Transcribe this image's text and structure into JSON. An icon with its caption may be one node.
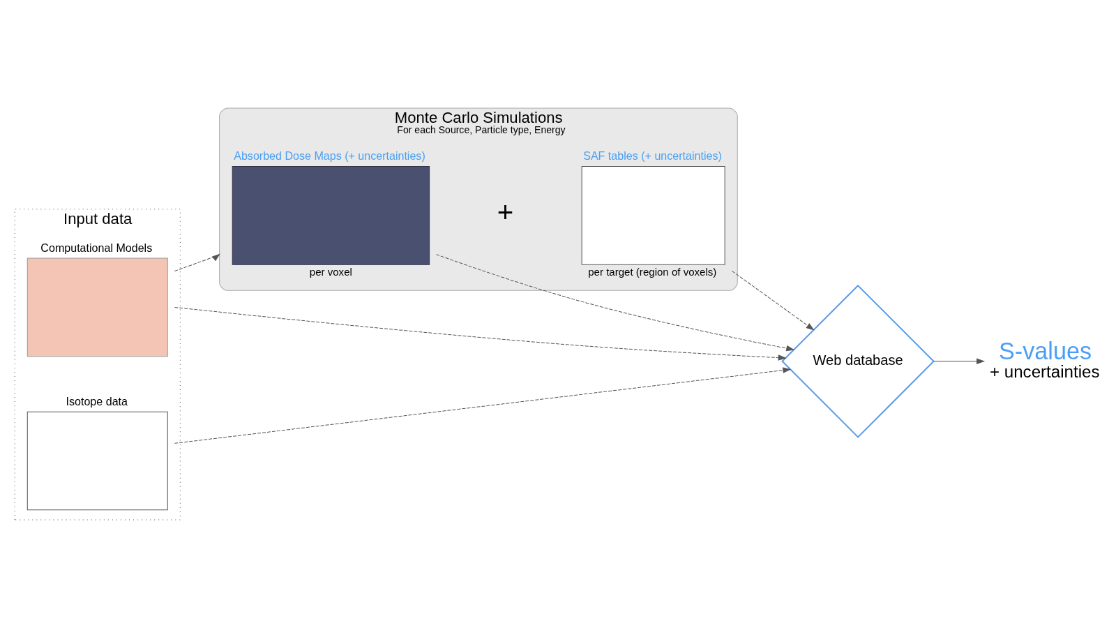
{
  "diagram": {
    "nodes": [
      {
        "text": [
          "Input data"
        ]
      },
      {
        "text": [
          "Computational Models"
        ],
        "in": 0
      },
      {
        "text": [
          "Isotope data"
        ],
        "in": 0
      },
      {
        "text": [
          "Monte Carlo Simulations",
          "For each Source, Particle type, Energy"
        ]
      },
      {
        "text": [
          "Absorbed Dose Maps (+ uncertainties)"
        ],
        "in": 3,
        "beside": [
          "per voxel"
        ]
      },
      {
        "text": [
          "SAF tables (+ uncertainties)"
        ],
        "in": 3,
        "beside": [
          "per target (region of voxels)"
        ]
      },
      {
        "text": [
          "Web database"
        ]
      },
      {
        "text": [
          "S-values",
          "+ uncertainties"
        ]
      }
    ],
    "edges": [
      {
        "from": 1,
        "to": 3,
        "arrow": "to",
        "style": "dashed"
      },
      {
        "from": 1,
        "to": 6,
        "arrow": "to",
        "style": "dashed"
      },
      {
        "from": 2,
        "to": 6,
        "arrow": "to",
        "style": "dashed"
      },
      {
        "from": 4,
        "to": 6,
        "arrow": "to",
        "style": "dashed"
      },
      {
        "from": 5,
        "to": 6,
        "arrow": "to",
        "style": "dashed"
      },
      {
        "from": 6,
        "to": 7,
        "arrow": "to"
      }
    ],
    "labels": [
      "+"
    ]
  }
}
